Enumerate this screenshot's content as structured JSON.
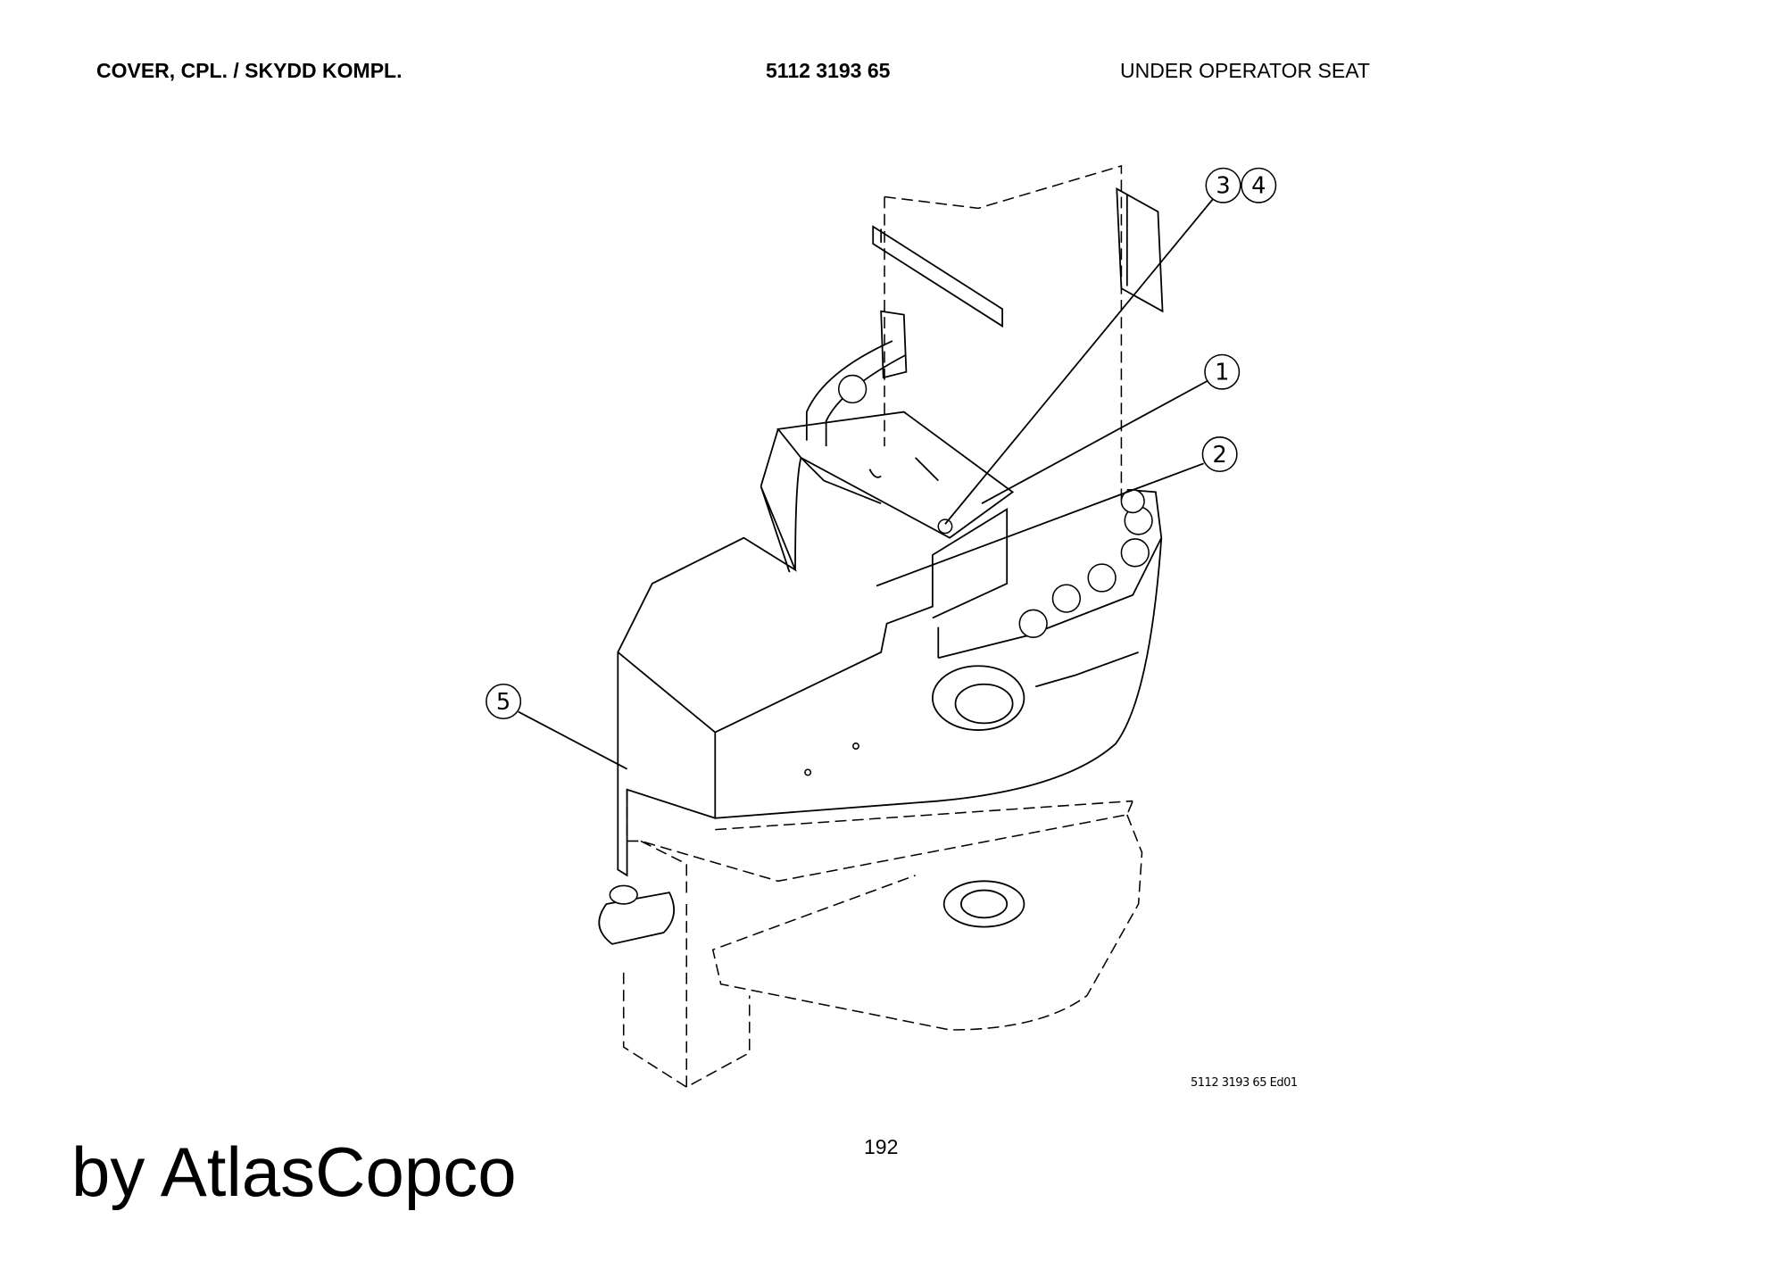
{
  "header": {
    "title": "COVER, CPL. / SKYDD KOMPL.",
    "part_number": "5112 3193 65",
    "location": "UNDER OPERATOR SEAT"
  },
  "callouts": [
    "1",
    "2",
    "3",
    "4",
    "5"
  ],
  "drawing_reference": "5112 3193 65 Ed01",
  "page_number": "192",
  "brand": "by AtlasCopco"
}
